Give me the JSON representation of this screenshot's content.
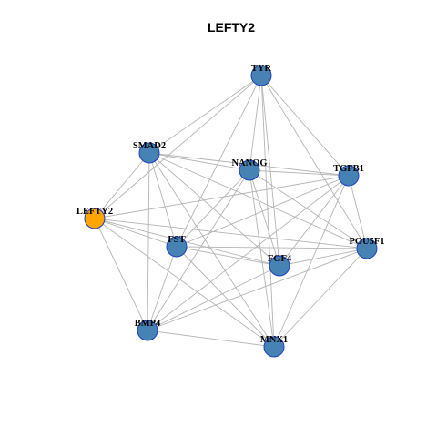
{
  "title": "LEFTY2",
  "colors": {
    "node_default": "#4682B4",
    "node_highlight": "#FFA500",
    "node_border": "#1F3FBF",
    "edge": "#B4B4B4"
  },
  "nodes": [
    {
      "id": "TYR",
      "label": "TYR",
      "highlight": false
    },
    {
      "id": "SMAD2",
      "label": "SMAD2",
      "highlight": false
    },
    {
      "id": "NANOG",
      "label": "NANOG",
      "highlight": false
    },
    {
      "id": "TGFB1",
      "label": "TGFB1",
      "highlight": false
    },
    {
      "id": "LEFTY2",
      "label": "LEFTY2",
      "highlight": true
    },
    {
      "id": "FST",
      "label": "FST",
      "highlight": false
    },
    {
      "id": "FGF4",
      "label": "FGF4",
      "highlight": false
    },
    {
      "id": "POU5F1",
      "label": "POU5F1",
      "highlight": false
    },
    {
      "id": "BMP4",
      "label": "BMP4",
      "highlight": false
    },
    {
      "id": "MNX1",
      "label": "MNX1",
      "highlight": false
    }
  ],
  "edges": [
    [
      "TYR",
      "SMAD2"
    ],
    [
      "TYR",
      "NANOG"
    ],
    [
      "TYR",
      "TGFB1"
    ],
    [
      "TYR",
      "LEFTY2"
    ],
    [
      "TYR",
      "FST"
    ],
    [
      "TYR",
      "FGF4"
    ],
    [
      "TYR",
      "POU5F1"
    ],
    [
      "TYR",
      "MNX1"
    ],
    [
      "SMAD2",
      "NANOG"
    ],
    [
      "SMAD2",
      "TGFB1"
    ],
    [
      "SMAD2",
      "LEFTY2"
    ],
    [
      "SMAD2",
      "FST"
    ],
    [
      "SMAD2",
      "FGF4"
    ],
    [
      "SMAD2",
      "POU5F1"
    ],
    [
      "SMAD2",
      "BMP4"
    ],
    [
      "SMAD2",
      "MNX1"
    ],
    [
      "NANOG",
      "TGFB1"
    ],
    [
      "NANOG",
      "FGF4"
    ],
    [
      "NANOG",
      "POU5F1"
    ],
    [
      "NANOG",
      "BMP4"
    ],
    [
      "NANOG",
      "MNX1"
    ],
    [
      "NANOG",
      "FST"
    ],
    [
      "TGFB1",
      "LEFTY2"
    ],
    [
      "TGFB1",
      "FST"
    ],
    [
      "TGFB1",
      "FGF4"
    ],
    [
      "TGFB1",
      "POU5F1"
    ],
    [
      "TGFB1",
      "BMP4"
    ],
    [
      "TGFB1",
      "MNX1"
    ],
    [
      "LEFTY2",
      "FST"
    ],
    [
      "LEFTY2",
      "FGF4"
    ],
    [
      "LEFTY2",
      "POU5F1"
    ],
    [
      "LEFTY2",
      "BMP4"
    ],
    [
      "LEFTY2",
      "MNX1"
    ],
    [
      "FST",
      "FGF4"
    ],
    [
      "FST",
      "POU5F1"
    ],
    [
      "FST",
      "BMP4"
    ],
    [
      "FST",
      "MNX1"
    ],
    [
      "FGF4",
      "POU5F1"
    ],
    [
      "FGF4",
      "BMP4"
    ],
    [
      "POU5F1",
      "BMP4"
    ],
    [
      "POU5F1",
      "MNX1"
    ],
    [
      "BMP4",
      "MNX1"
    ]
  ]
}
